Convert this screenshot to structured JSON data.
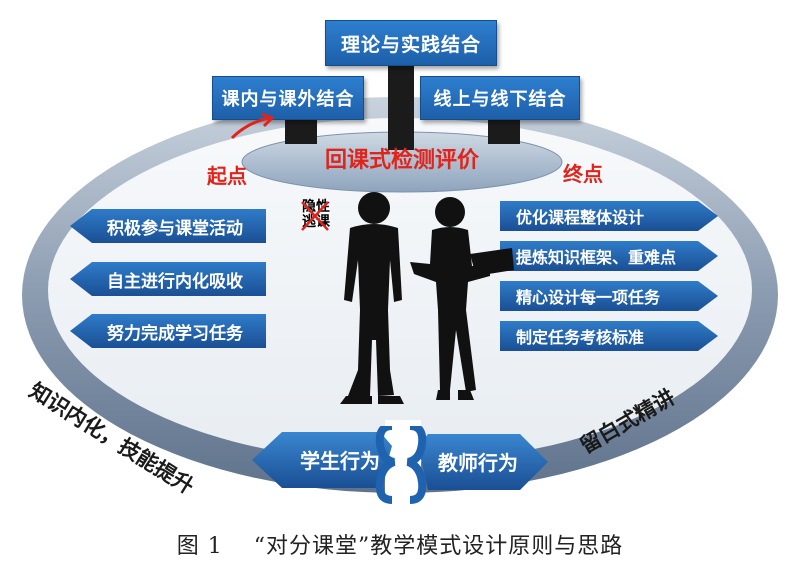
{
  "top_boxes": {
    "center": "理论与实践结合",
    "left": "课内与课外结合",
    "right": "线上与线下结合"
  },
  "platform_label": "回课式检测评价",
  "start_label": "起点",
  "end_label": "终点",
  "left_items": [
    "积极参与课堂活动",
    "自主进行内化吸收",
    "努力完成学习任务"
  ],
  "right_items": [
    "优化课程整体设计",
    "提炼知识框架、重难点",
    "精心设计每一项任务",
    "制定任务考核标准"
  ],
  "figure_note": [
    "隐性",
    "逃课"
  ],
  "ring_left_label": "知识内化，技能提升",
  "ring_right_label": "留白式精讲",
  "student_label": "学生行为",
  "teacher_label": "教师行为",
  "caption": "图 1　 “对分课堂”教学模式设计原则与思路",
  "colors": {
    "accent_blue": "#1f63b0",
    "red": "#e0241b",
    "ring_gray": "#8a9db3"
  }
}
